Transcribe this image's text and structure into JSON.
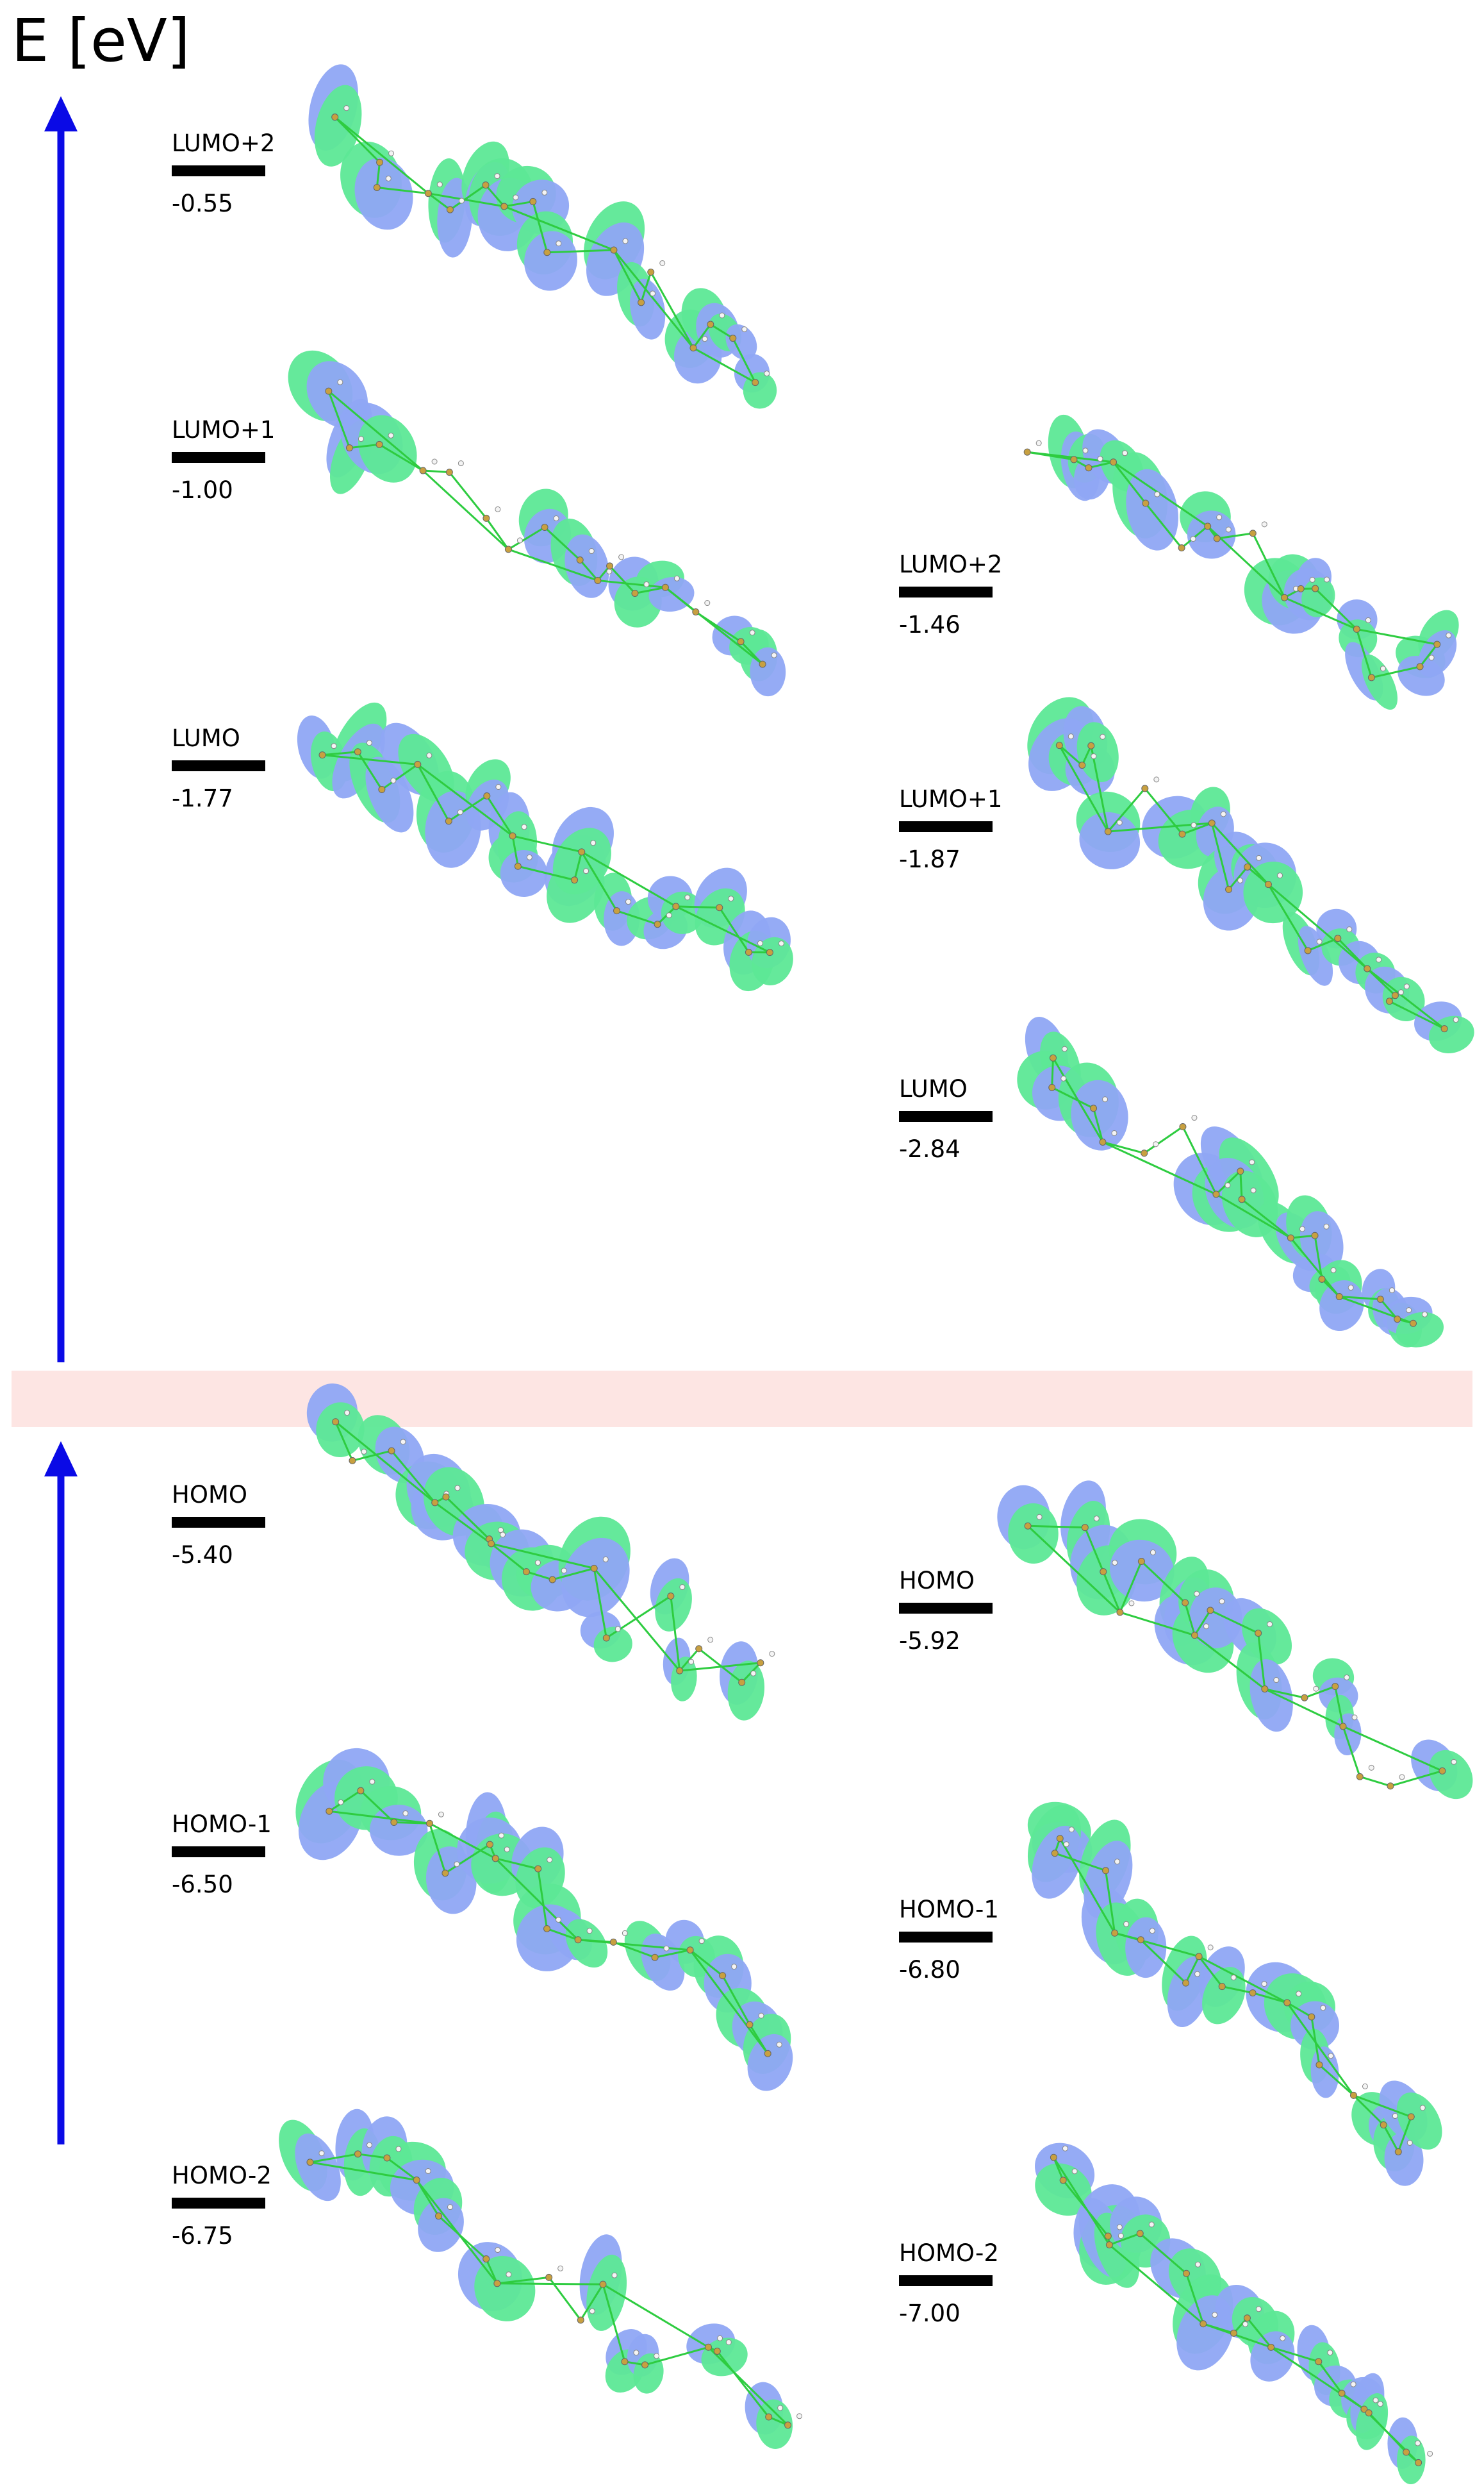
{
  "axis": {
    "title": "E [eV]",
    "arrow_color": "#0a0ae6"
  },
  "band_color": "#fde5e3",
  "lobe_colors": {
    "a": "#8fa6f4",
    "b": "#5de896",
    "bond": "#2ecc40"
  },
  "left": {
    "lumo2": {
      "label": "LUMO+2",
      "value": "-0.55"
    },
    "lumo1": {
      "label": "LUMO+1",
      "value": "-1.00"
    },
    "lumo": {
      "label": "LUMO",
      "value": "-1.77"
    },
    "homo": {
      "label": "HOMO",
      "value": "-5.40"
    },
    "homo1": {
      "label": "HOMO-1",
      "value": "-6.50"
    },
    "homo2": {
      "label": "HOMO-2",
      "value": "-6.75"
    }
  },
  "right": {
    "lumo2": {
      "label": "LUMO+2",
      "value": "-1.46"
    },
    "lumo1": {
      "label": "LUMO+1",
      "value": "-1.87"
    },
    "lumo": {
      "label": "LUMO",
      "value": "-2.84"
    },
    "homo": {
      "label": "HOMO",
      "value": "-5.92"
    },
    "homo1": {
      "label": "HOMO-1",
      "value": "-6.80"
    },
    "homo2": {
      "label": "HOMO-2",
      "value": "-7.00"
    }
  }
}
